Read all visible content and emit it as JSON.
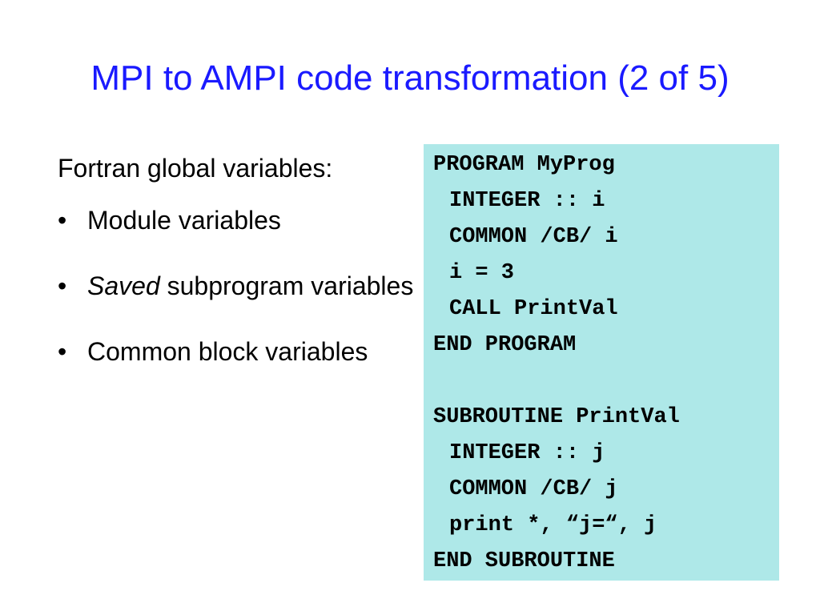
{
  "slide": {
    "title": "MPI to AMPI code transformation (2 of 5)",
    "intro": "Fortran global variables:",
    "bullets": [
      {
        "italic": "",
        "text": "Module variables"
      },
      {
        "italic": "Saved",
        "text": " subprogram variables"
      },
      {
        "italic": "",
        "text": "Common block variables"
      }
    ],
    "bullet_glyph": "•"
  },
  "code": {
    "lines": [
      "PROGRAM MyProg",
      "INTEGER :: i",
      "COMMON /CB/ i",
      "i = 3",
      "CALL PrintVal",
      "END PROGRAM",
      "",
      "SUBROUTINE PrintVal",
      "INTEGER :: j",
      "COMMON /CB/ j",
      "print *, “j=“, j",
      "END SUBROUTINE"
    ]
  },
  "colors": {
    "title": "#1a1aff",
    "code_background": "#aee8e8",
    "text": "#000000"
  }
}
